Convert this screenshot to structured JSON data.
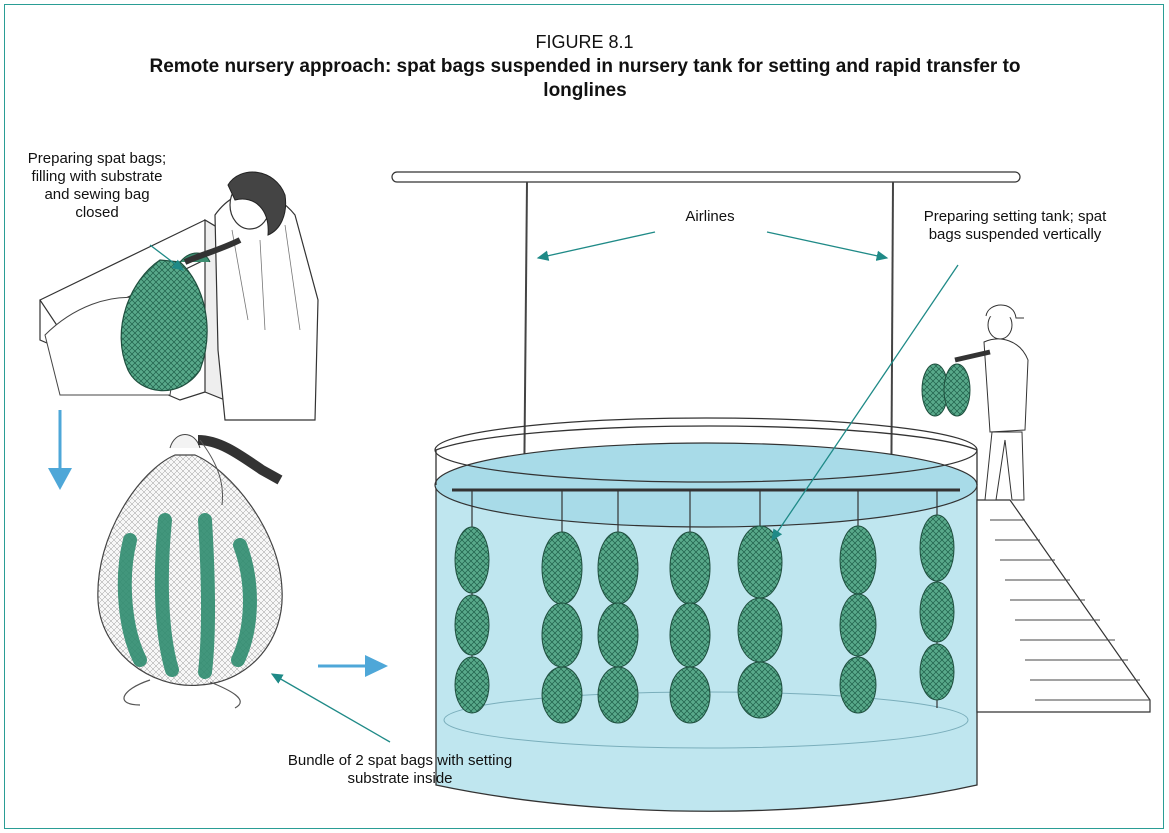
{
  "figure": {
    "label": "FIGURE 8.1",
    "title": "Remote nursery approach: spat bags suspended in nursery tank for setting and rapid transfer to longlines"
  },
  "annotations": {
    "preparing_bags": "Preparing spat bags; filling with substrate and sewing bag closed",
    "airlines": "Airlines",
    "setting_tank": "Preparing setting tank; spat bags suspended vertically",
    "bundle": "Bundle of 2 spat bags with setting substrate inside"
  },
  "colors": {
    "frame": "#2a9d95",
    "bag_green": "#2e8b6e",
    "water": "#bfe6ef",
    "arrow_blue": "#4ea7d8",
    "pointer": "#1f8a87"
  }
}
